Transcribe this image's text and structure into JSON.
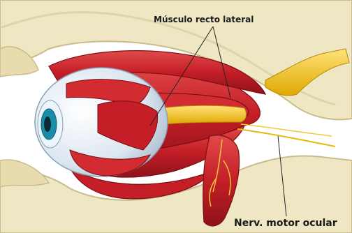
{
  "diagram": {
    "labels": {
      "lateral_rectus": "Músculo recto lateral",
      "motor_nerve": "Nerv. motor ocular"
    },
    "parts": {
      "eyeball": "eyeball",
      "muscles": "extraocular-muscles",
      "optic_nerve": "optic-nerve",
      "nerve_branches": "nerve-branches",
      "orbit_bone": "orbit-bone"
    },
    "colors": {
      "muscle": "#c8202a",
      "muscle_light": "#e85a5a",
      "bone": "#efe6c4",
      "bone_edge": "#c9bc8a",
      "nerve": "#f3c21a",
      "sclera": "#e9eff6",
      "iris": "#1a8ea8"
    }
  }
}
